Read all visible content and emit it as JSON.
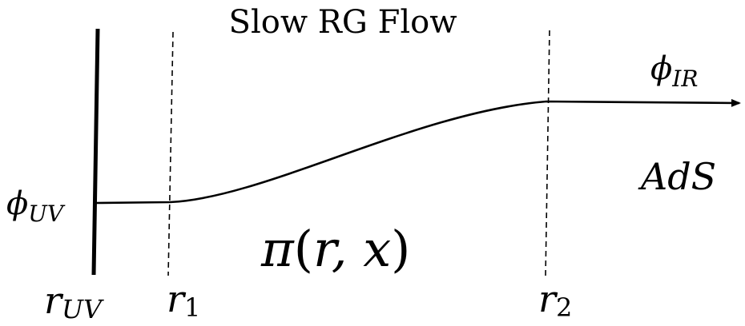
{
  "diagram": {
    "title": "Slow RG Flow",
    "labels": {
      "phi_symbol": "ϕ",
      "uv_sub": "UV",
      "ir_sub": "IR",
      "r_symbol": "r",
      "r_uv_sub": "UV",
      "r1_sub": "1",
      "r2_sub": "2",
      "ads": "AdS",
      "pi_fn": "π",
      "pi_open": "(",
      "pi_args": "r, x",
      "pi_close": ")"
    }
  }
}
